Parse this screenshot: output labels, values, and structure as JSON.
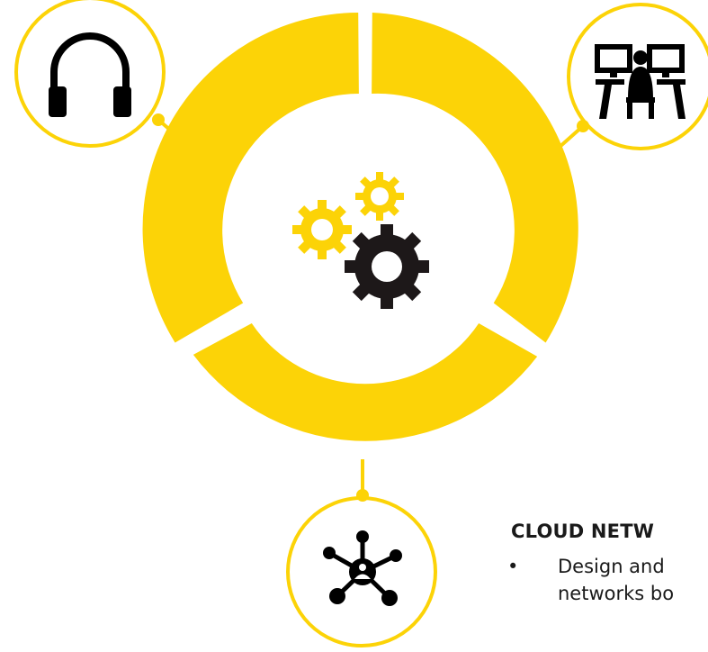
{
  "colors": {
    "accent": "#FCD307",
    "dark": "#1d1819",
    "background": "#FFFFFF"
  },
  "icons": {
    "center": "gears-icon",
    "top_left": "headphones-icon",
    "top_right": "workstations-icon",
    "bottom": "network-hub-icon"
  },
  "section": {
    "title": "CLOUD NETW",
    "bullets": [
      {
        "marker": "•",
        "line1": "Design and",
        "line2": "networks bo"
      }
    ]
  }
}
